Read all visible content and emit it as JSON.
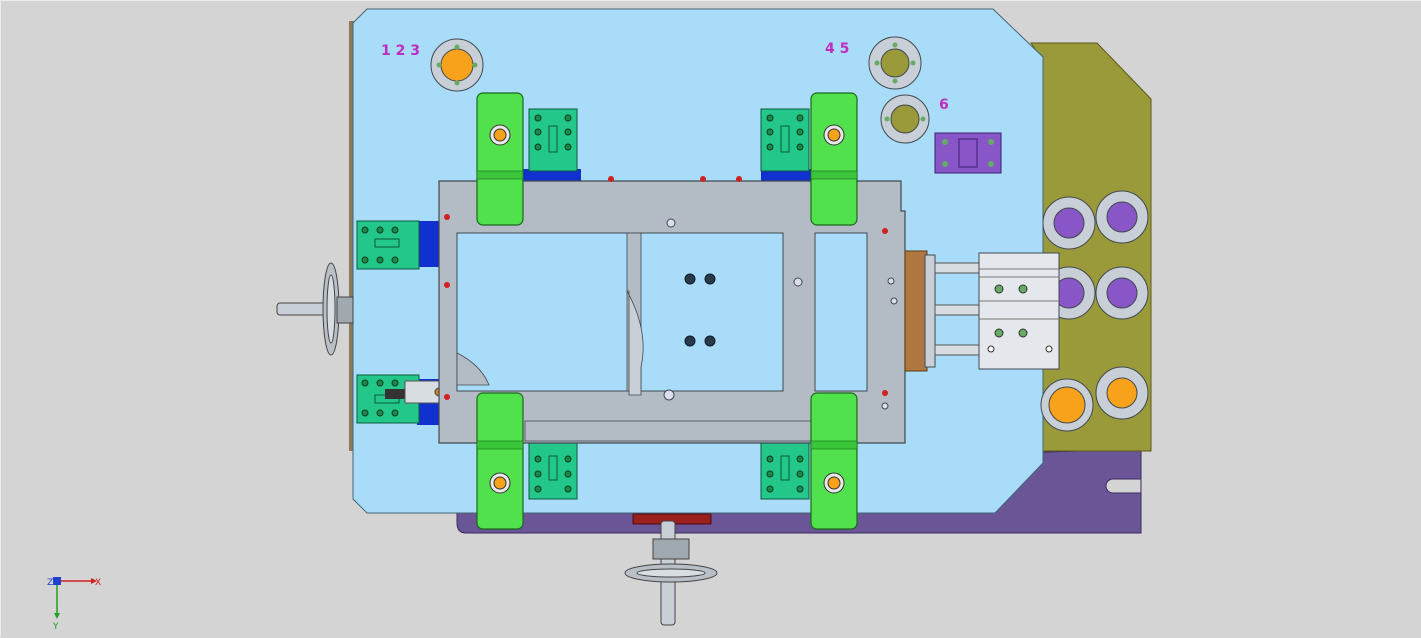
{
  "viewport": {
    "background": "#d4d4d4",
    "colors": {
      "base_plate": "#a9dcf8",
      "frame": "#b3bcc4",
      "clamp": "#50e14d",
      "block": "#24c78a",
      "side_plate": "#9a9a3a",
      "bottom_plate": "#6a5596",
      "orange_locator": "#f7a21a",
      "purple_locator": "#8856c6",
      "label": "#c02cc0"
    }
  },
  "labels": {
    "station_a": "1 2 3",
    "station_b": "4 5",
    "station_c": "6"
  },
  "axis_triad": {
    "x_label": "X",
    "y_label": "Y",
    "z_label": "Z"
  },
  "icons": {
    "hand_wheel_left": "hand-wheel",
    "hand_wheel_bottom": "hand-wheel",
    "pneumatic_cylinder": "cylinder"
  }
}
